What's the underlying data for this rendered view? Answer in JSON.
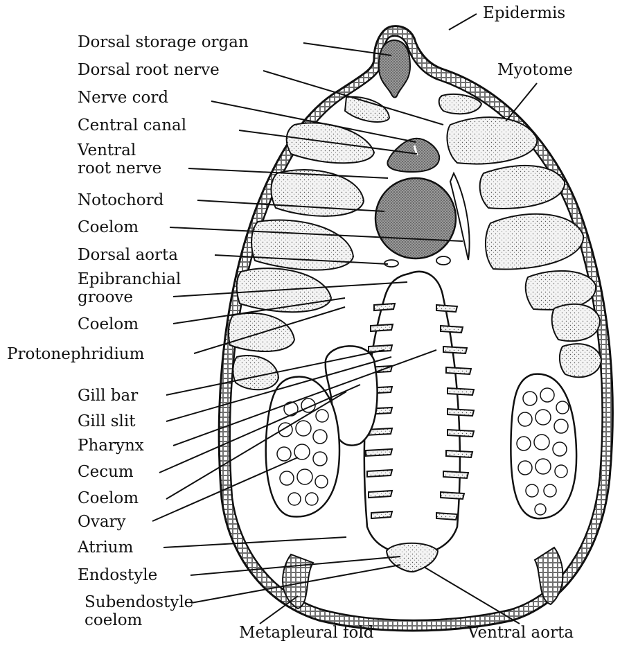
{
  "labels": {
    "epidermis": "Epidermis",
    "dorsal_storage_organ": "Dorsal storage organ",
    "dorsal_root_nerve": "Dorsal root nerve",
    "myotome": "Myotome",
    "nerve_cord": "Nerve cord",
    "central_canal": "Central canal",
    "ventral_root_nerve_1": "Ventral",
    "ventral_root_nerve_2": "root nerve",
    "notochord": "Notochord",
    "coelom_1": "Coelom",
    "dorsal_aorta": "Dorsal aorta",
    "epibranchial_groove_1": "Epibranchial",
    "epibranchial_groove_2": "groove",
    "coelom_2": "Coelom",
    "protonephridium": "Protonephridium",
    "gill_bar": "Gill bar",
    "gill_slit": "Gill slit",
    "pharynx": "Pharynx",
    "cecum": "Cecum",
    "coelom_3": "Coelom",
    "ovary": "Ovary",
    "atrium": "Atrium",
    "endostyle": "Endostyle",
    "subendostyle_coelom_1": "Subendostyle",
    "subendostyle_coelom_2": "coelom",
    "metapleural_fold": "Metapleural fold",
    "ventral_aorta": "Ventral aorta"
  },
  "colors": {
    "ink": "#111111",
    "tissue_fill": "#f3f3f3",
    "dark_fill": "#8a8a8a"
  }
}
